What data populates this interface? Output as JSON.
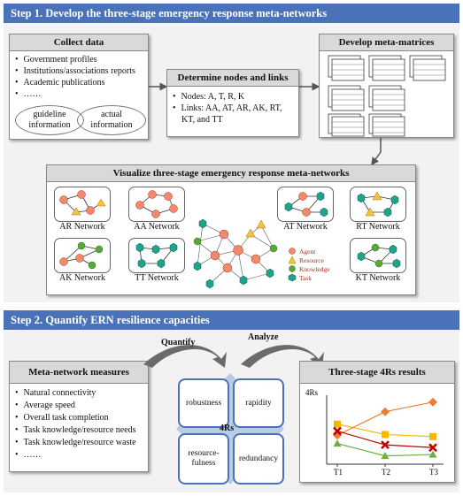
{
  "step1": {
    "title": "Step 1. Develop the three-stage emergency response meta-networks"
  },
  "step2": {
    "title": "Step 2. Quantify ERN resilience capacities"
  },
  "collect": {
    "title": "Collect data",
    "items": [
      "Government profiles",
      "Institutions/associations reports",
      "Academic publications",
      "……"
    ],
    "ellipse_left": "guideline information",
    "ellipse_right": "actual information"
  },
  "determine": {
    "title": "Determine nodes and links",
    "items": [
      "Nodes: A, T, R, K",
      "Links: AA, AT, AR, AK, RT, KT, and TT"
    ]
  },
  "develop": {
    "title": "Develop meta-matrices"
  },
  "visualize": {
    "title": "Visualize three-stage emergency response meta-networks",
    "networks": [
      "AR Network",
      "AA Network",
      "AK Network",
      "TT Network",
      "AT Network",
      "RT Network",
      "KT Network"
    ],
    "legend": [
      "Agent",
      "Resource",
      "Knowledge",
      "Task"
    ]
  },
  "measures": {
    "title": "Meta-network measures",
    "items": [
      "Natural connectivity",
      "Average speed",
      "Overall task completion",
      "Task knowledge/resource needs",
      "Task knowledge/resource waste",
      "……"
    ]
  },
  "arrows": {
    "quantify": "Quantify",
    "analyze": "Analyze"
  },
  "fourRs": {
    "center": "4Rs",
    "robustness": "robustness",
    "rapidity": "rapidity",
    "resourcefulness": "resource-fulness",
    "redundancy": "redundancy"
  },
  "results": {
    "title": "Three-stage 4Rs results",
    "ylabel": "4Rs",
    "xticks": [
      "T1",
      "T2",
      "T3"
    ]
  },
  "chart_data": {
    "type": "line",
    "categories": [
      "T1",
      "T2",
      "T3"
    ],
    "ylabel": "4Rs",
    "series": [
      {
        "marker": "square",
        "color": "#f5b800",
        "values": [
          0.58,
          0.43,
          0.4
        ]
      },
      {
        "marker": "diamond",
        "color": "#ed7d31",
        "values": [
          0.42,
          0.76,
          0.9
        ]
      },
      {
        "marker": "x",
        "color": "#c00000",
        "values": [
          0.48,
          0.28,
          0.24
        ]
      },
      {
        "marker": "triangle",
        "color": "#70ad47",
        "values": [
          0.3,
          0.12,
          0.14
        ]
      }
    ],
    "ylim": [
      0,
      1
    ]
  }
}
